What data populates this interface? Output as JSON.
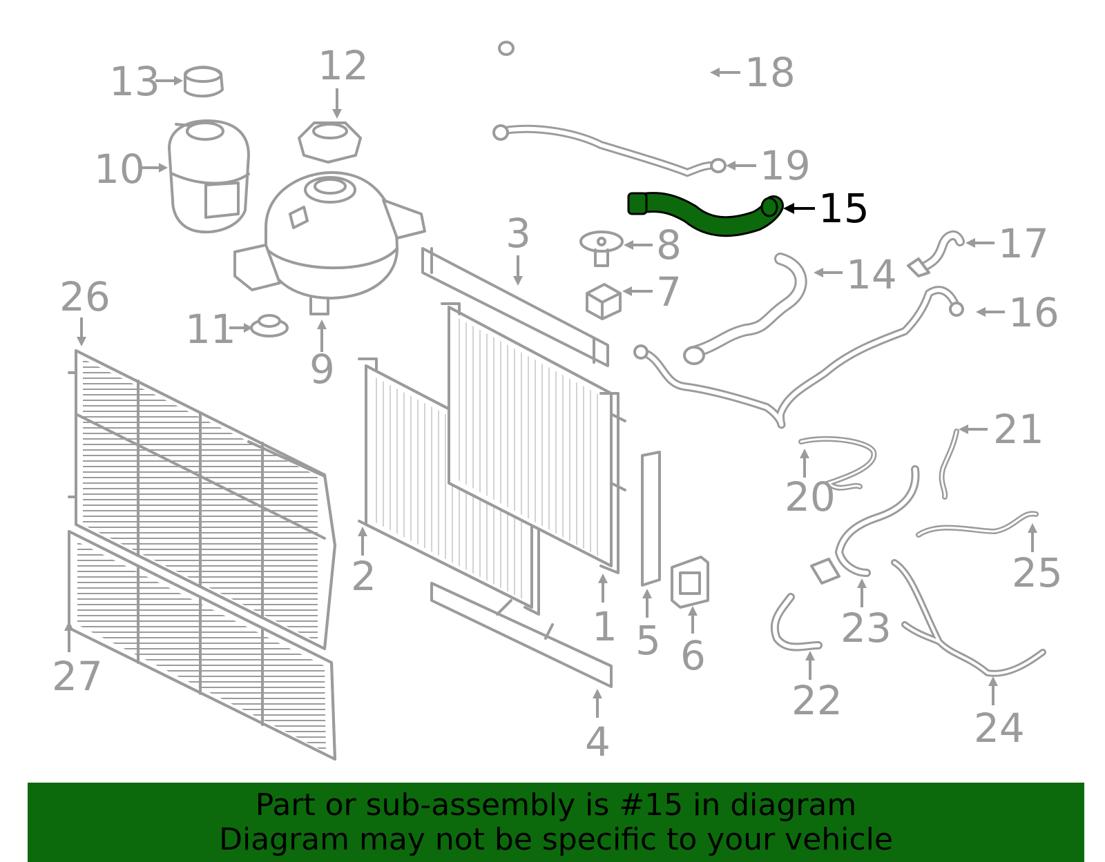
{
  "diagram": {
    "highlight_color": "#0c6a0c",
    "part_color": "#9b9b9b",
    "highlighted_part": "15",
    "callouts": [
      {
        "id": "1",
        "label": "1"
      },
      {
        "id": "2",
        "label": "2"
      },
      {
        "id": "3",
        "label": "3"
      },
      {
        "id": "4",
        "label": "4"
      },
      {
        "id": "5",
        "label": "5"
      },
      {
        "id": "6",
        "label": "6"
      },
      {
        "id": "7",
        "label": "7"
      },
      {
        "id": "8",
        "label": "8"
      },
      {
        "id": "9",
        "label": "9"
      },
      {
        "id": "10",
        "label": "10"
      },
      {
        "id": "11",
        "label": "11"
      },
      {
        "id": "12",
        "label": "12"
      },
      {
        "id": "13",
        "label": "13"
      },
      {
        "id": "14",
        "label": "14"
      },
      {
        "id": "15",
        "label": "15"
      },
      {
        "id": "16",
        "label": "16"
      },
      {
        "id": "17",
        "label": "17"
      },
      {
        "id": "18",
        "label": "18"
      },
      {
        "id": "19",
        "label": "19"
      },
      {
        "id": "20",
        "label": "20"
      },
      {
        "id": "21",
        "label": "21"
      },
      {
        "id": "22",
        "label": "22"
      },
      {
        "id": "23",
        "label": "23"
      },
      {
        "id": "24",
        "label": "24"
      },
      {
        "id": "25",
        "label": "25"
      },
      {
        "id": "26",
        "label": "26"
      },
      {
        "id": "27",
        "label": "27"
      }
    ]
  },
  "banner": {
    "line1": "Part or sub-assembly is #15 in diagram",
    "line2": "Diagram may not be specific to your vehicle"
  }
}
